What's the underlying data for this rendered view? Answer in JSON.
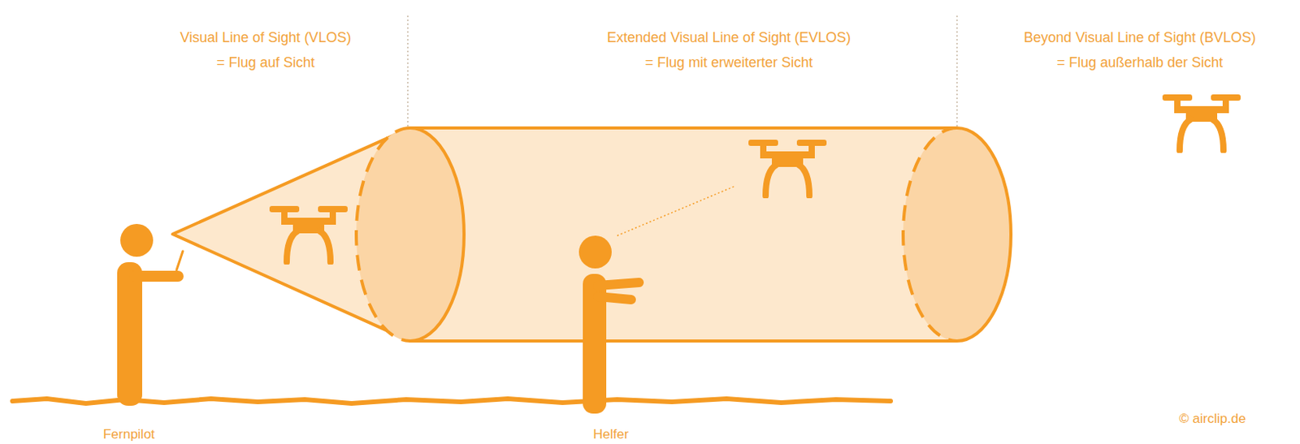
{
  "diagram": {
    "labels": [
      "Visual Line of Sight (VLOS)",
      "= Flug auf Sicht",
      "Extended Visual Line of Sight (EVLOS)",
      "= Flug mit erweiterter Sicht",
      "Beyond Visual Line of Sight (BVLOS)",
      "= Flug außerhalb der Sicht",
      "Fernpilot",
      "Helfer",
      "© airclip.de"
    ]
  }
}
